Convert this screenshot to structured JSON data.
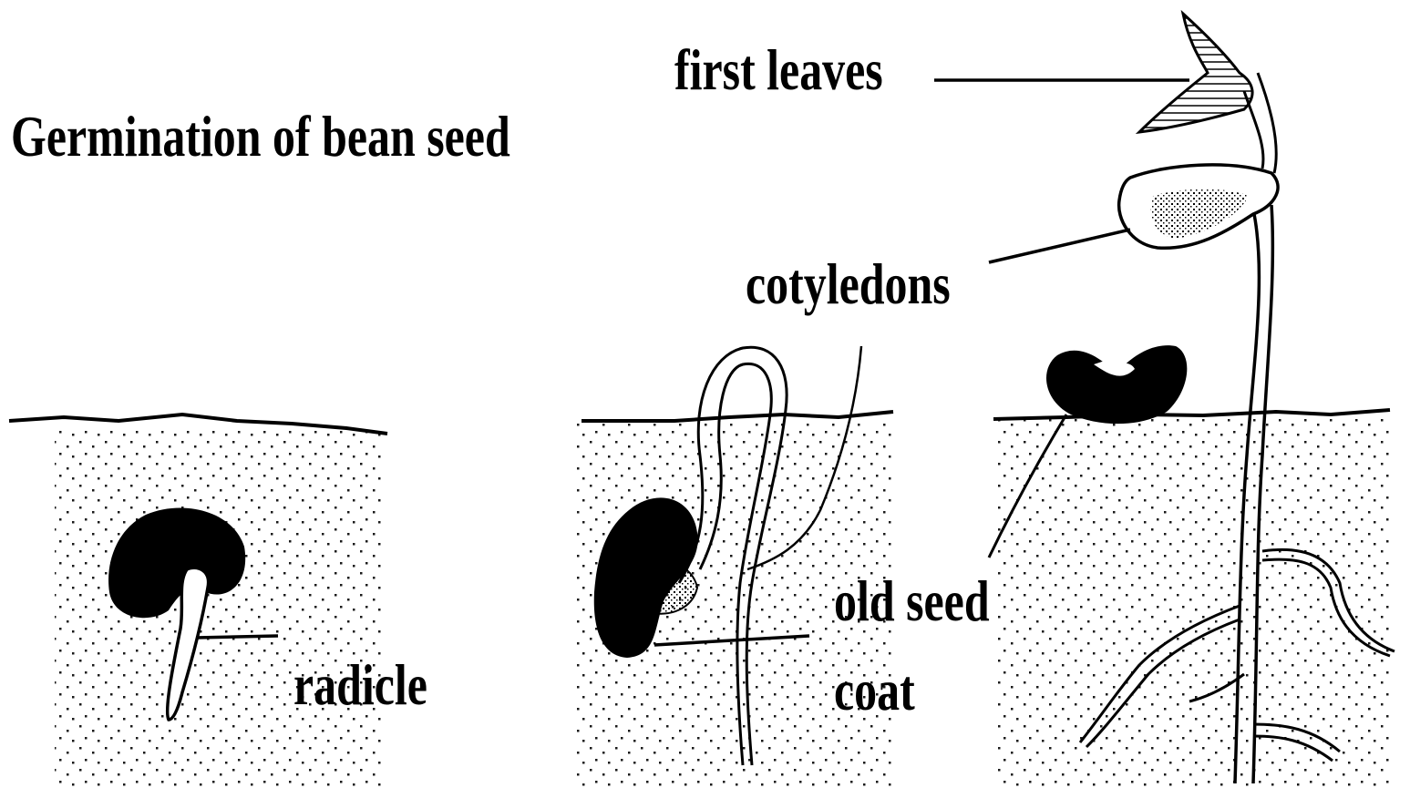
{
  "diagram": {
    "title": "Germination of bean seed",
    "labels": {
      "first_leaves": "first leaves",
      "cotyledons": "cotyledons",
      "radicle": "radicle",
      "old_seed": "old seed",
      "coat": "coat"
    },
    "colors": {
      "ink": "#000000",
      "background": "#ffffff"
    },
    "stages": [
      "seed-with-radicle",
      "hooked-shoot",
      "seedling-with-leaves"
    ]
  }
}
